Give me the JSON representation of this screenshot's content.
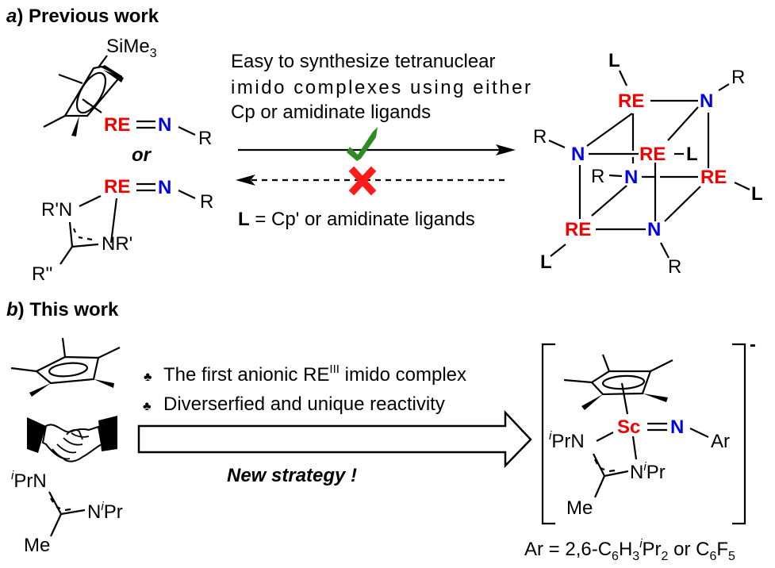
{
  "panel_a": {
    "label_letter": "a",
    "label_text": ") Previous work",
    "cp_substituent": "SiMe",
    "cp_substituent_sub": "3",
    "metal": "RE",
    "imido_n": "N",
    "r": "R",
    "or_text": "or",
    "amidinate_n1": "R'N",
    "amidinate_n2": "NR'",
    "amidinate_c_sub": "R''",
    "description_lines": [
      "Easy to synthesize tetranuclear",
      "imido complexes using either",
      "Cp or amidinate ligands"
    ],
    "forward_mark": "check",
    "reverse_mark": "cross",
    "ligand_def_bold": "L",
    "ligand_def_rest": " = Cp' or amidinate ligands",
    "cubane": {
      "metal": "RE",
      "nitrogen": "N",
      "ligand": "L",
      "substituent": "R"
    }
  },
  "panel_b": {
    "label_letter": "b",
    "label_text": ") This work",
    "bullets": [
      {
        "pre": "The first anionic RE",
        "sup": "III",
        "post": " imido complex"
      },
      {
        "pre": "Diverserfied and unique reactivity",
        "sup": "",
        "post": ""
      }
    ],
    "bullet_symbol": "♣",
    "arrow_caption": "New strategy !",
    "reactant_amidinate": {
      "n1_sup": "i",
      "n1": "PrN",
      "n2": "N",
      "n2_sup": "i",
      "n2_post": "Pr",
      "c_sub": "Me"
    },
    "product": {
      "metal": "Sc",
      "imido_n": "N",
      "aryl": "Ar",
      "n1_sup": "i",
      "n1": "PrN",
      "n2": "N",
      "n2_sup": "i",
      "n2_post": "Pr",
      "c_sub": "Me",
      "charge": "-",
      "ar_def": {
        "pre": "Ar = 2,6-C",
        "s1": "6",
        "m1": "H",
        "s2": "3",
        "sup": "i",
        "m2": "Pr",
        "s3": "2",
        "m3": " or C",
        "s4": "6",
        "m4": "F",
        "s5": "5"
      }
    }
  },
  "colors": {
    "metal": "#f20000",
    "nitrogen": "#0000e6",
    "check": "#2e8b22",
    "cross": "#ff1a1a"
  }
}
